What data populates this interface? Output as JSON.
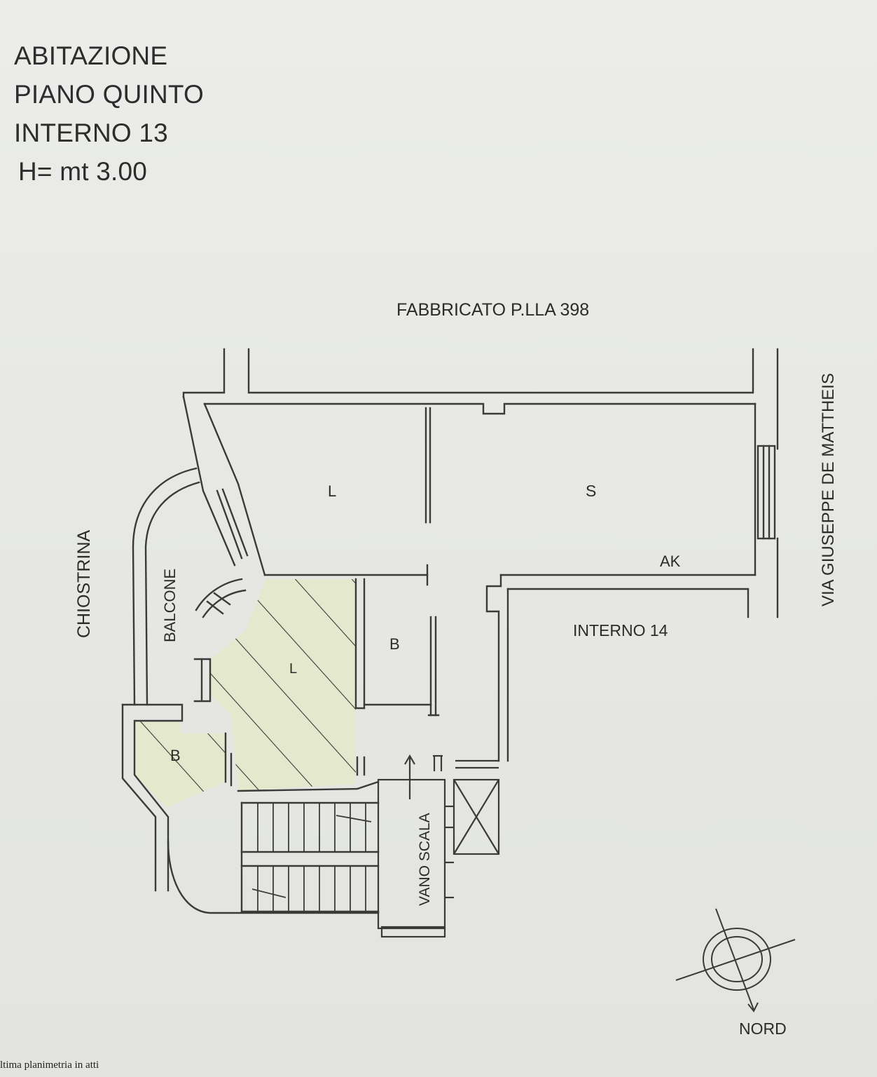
{
  "header": {
    "line1": "ABITAZIONE",
    "line2": "PIANO QUINTO",
    "line3": "INTERNO 13",
    "line4": "H= mt 3.00"
  },
  "labels": {
    "neighbor_building": "FABBRICATO P.LLA 398",
    "street": "VIA GIUSEPPE DE MATTHEIS",
    "courtyard": "CHIOSTRINA",
    "balcony": "BALCONE",
    "room_l_top": "L",
    "room_s": "S",
    "room_ak": "AK",
    "room_b_center": "B",
    "room_l_hatched": "L",
    "room_b_small": "B",
    "adjacent_unit": "INTERNO 14",
    "stairwell": "VANO SCALA",
    "north": "NORD"
  },
  "footer": {
    "note": "ltima planimetria in atti"
  },
  "colors": {
    "background": "#e9eae6",
    "line": "#3a3a3a",
    "hatch_fill": "#e4e8cc"
  }
}
